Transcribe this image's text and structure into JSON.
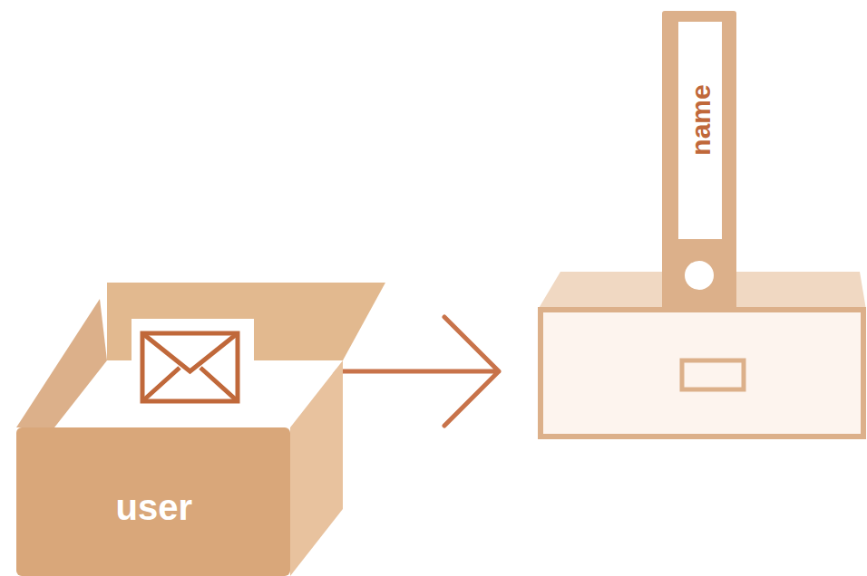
{
  "diagram": {
    "nodes": [
      {
        "text": [
          "user"
        ]
      },
      {
        "text": [
          "name"
        ]
      }
    ],
    "edges": [
      {
        "from": 0,
        "to": 1,
        "arrow": "to"
      }
    ]
  }
}
